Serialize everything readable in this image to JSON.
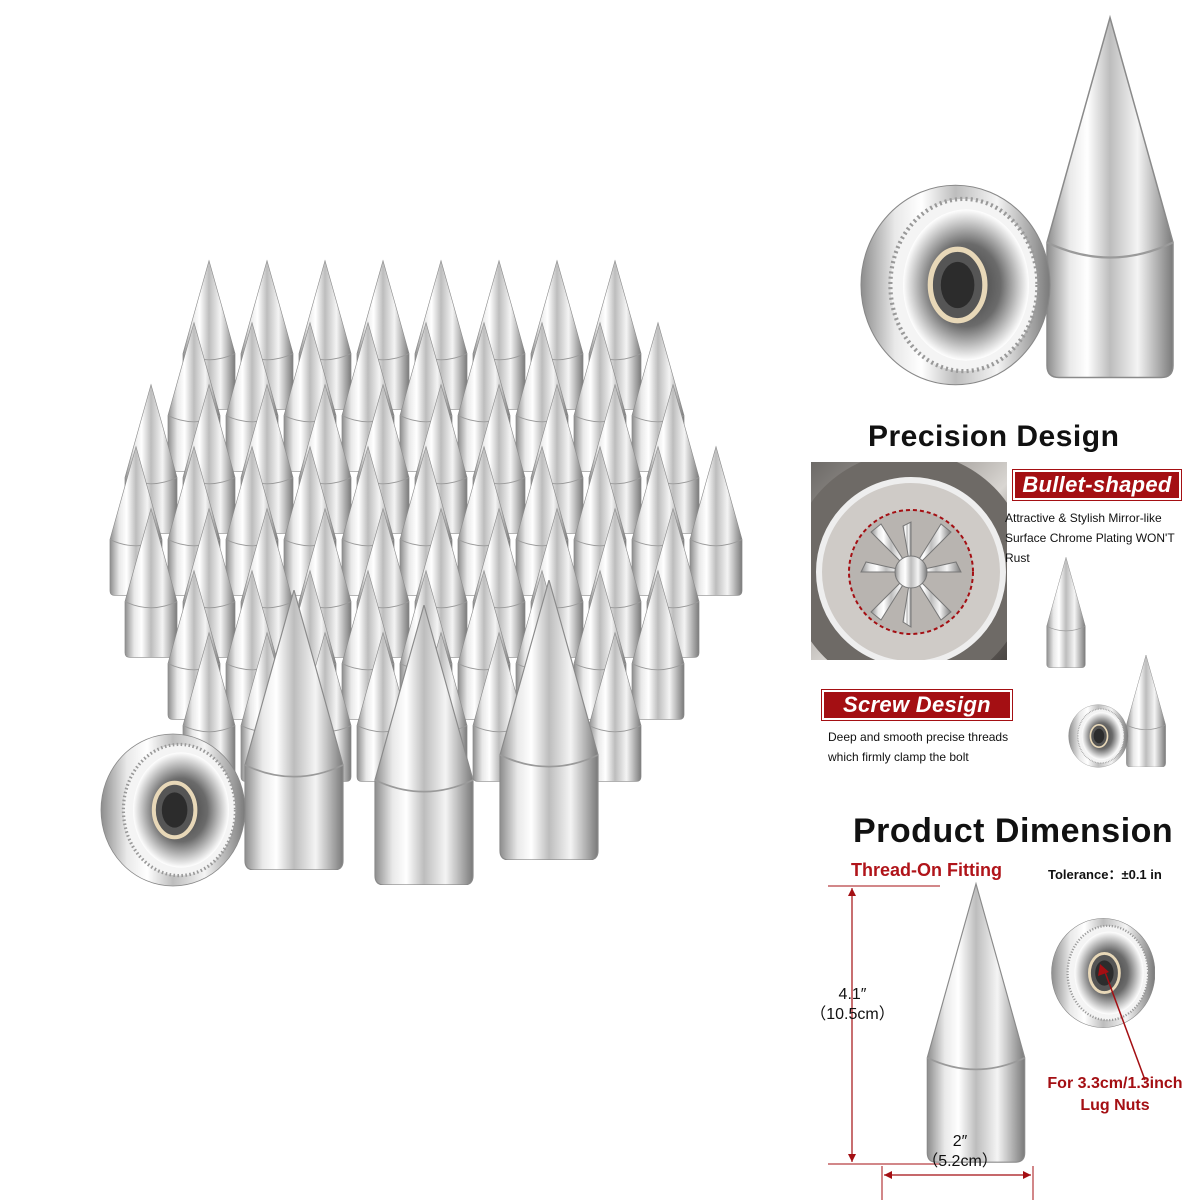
{
  "precision_design": {
    "title": "Precision Design",
    "bullet_badge": "Bullet-shaped",
    "bullet_desc": [
      "Attractive & Stylish Mirror-like",
      "Surface Chrome Plating WON'T",
      "Rust"
    ],
    "screw_badge": "Screw Design",
    "screw_desc": [
      "Deep and smooth precise threads",
      "which firmly clamp the bolt"
    ]
  },
  "product_dimension": {
    "title": "Product Dimension",
    "fitting": "Thread-On Fitting",
    "tolerance": "Tolerance：±0.1 in",
    "height_in": "4.1″",
    "height_cm": "（10.5cm）",
    "width_in": "2″",
    "width_cm": "（5.2cm）",
    "fit_note_1": "For 3.3cm/1.3inch",
    "fit_note_2": "Lug Nuts"
  },
  "colors": {
    "accent_red": "#a40f13",
    "text": "#111111"
  }
}
